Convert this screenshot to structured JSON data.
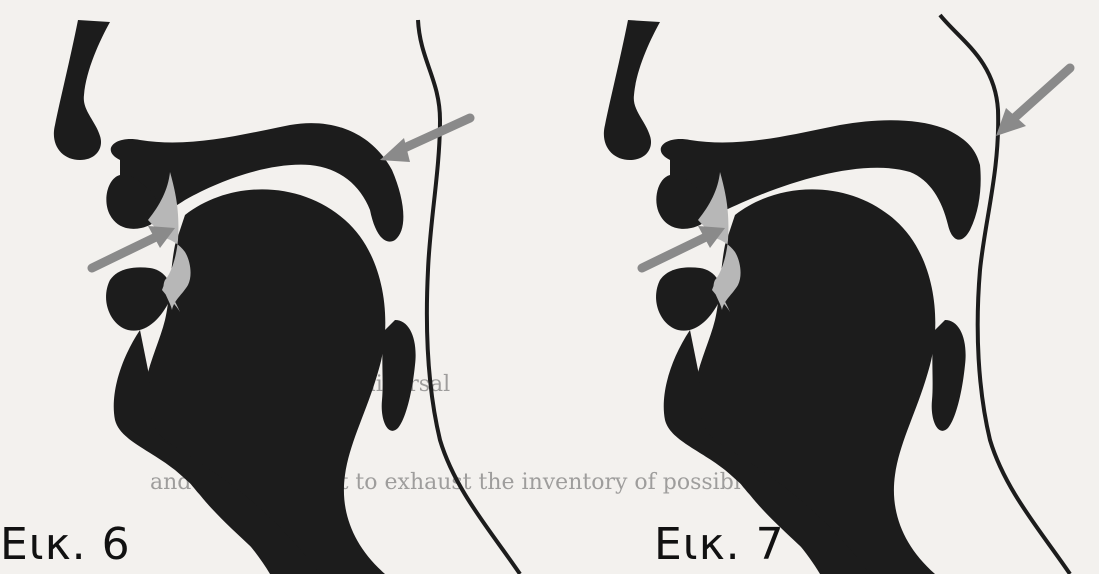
{
  "figures": [
    {
      "id": "fig6",
      "caption": "Εικ. 6",
      "arrow_upper_target": "velum-back"
    },
    {
      "id": "fig7",
      "caption": "Εικ. 7",
      "arrow_upper_target": "nasal-passage"
    }
  ],
  "bleedthrough": {
    "line1": "the Universal",
    "line2": "and in an attempt to exhaust the inventory of possible sounds"
  },
  "colors": {
    "tract": "#1c1c1c",
    "arrow": "#8a8a8a",
    "glottis": "#b7b7b7",
    "paper": "#f3f1ee"
  }
}
